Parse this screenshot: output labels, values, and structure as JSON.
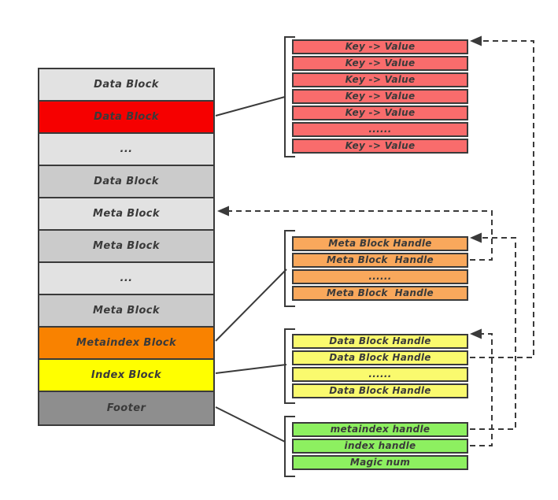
{
  "colors": {
    "background": "#ffffff",
    "line": "#3a3a3a",
    "text": "#3a3a3a",
    "stack_light_gray": "#e2e2e2",
    "stack_mid_gray": "#cbcbcb",
    "stack_red": "#f60000",
    "stack_orange": "#f98200",
    "stack_yellow": "#ffff00",
    "stack_footer_gray": "#8e8e8e",
    "kv_row_red": "#f96c6c",
    "meta_row_orange": "#f9a85c",
    "data_row_yellow": "#fafa6e",
    "footer_row_green": "#8df060"
  },
  "stack": {
    "blocks": [
      {
        "label": "Data Block",
        "color": "#e2e2e2"
      },
      {
        "label": "Data Block",
        "color": "#f60000"
      },
      {
        "label": "...",
        "color": "#e2e2e2"
      },
      {
        "label": "Data Block",
        "color": "#cbcbcb"
      },
      {
        "label": "Meta Block",
        "color": "#e2e2e2"
      },
      {
        "label": "Meta Block",
        "color": "#cbcbcb"
      },
      {
        "label": "...",
        "color": "#e2e2e2"
      },
      {
        "label": "Meta Block",
        "color": "#cbcbcb"
      },
      {
        "label": "Metaindex Block",
        "color": "#f98200"
      },
      {
        "label": "Index Block",
        "color": "#ffff00"
      },
      {
        "label": "Footer",
        "color": "#8e8e8e"
      }
    ]
  },
  "kv_table": {
    "row_color": "#f96c6c",
    "rows": [
      "Key -> Value",
      "Key -> Value",
      "Key -> Value",
      "Key -> Value",
      "Key -> Value",
      "......",
      "Key -> Value"
    ]
  },
  "meta_handle_table": {
    "row_color": "#f9a85c",
    "rows": [
      "Meta Block Handle",
      "Meta Block  Handle",
      "......",
      "Meta Block  Handle"
    ]
  },
  "data_handle_table": {
    "row_color": "#fafa6e",
    "rows": [
      "Data Block Handle",
      "Data Block Handle",
      "......",
      "Data Block Handle"
    ]
  },
  "footer_table": {
    "row_color": "#8df060",
    "rows": [
      "metaindex handle",
      "index handle",
      "Magic num"
    ]
  }
}
